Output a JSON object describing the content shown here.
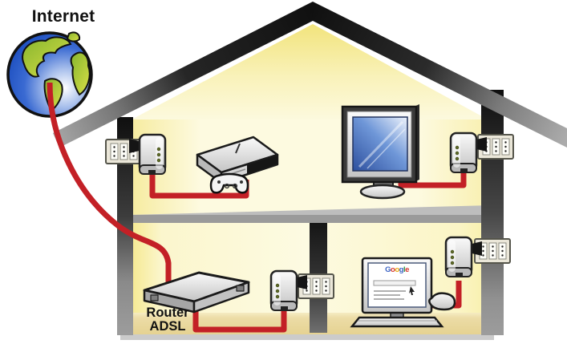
{
  "diagram": {
    "title": "Powerline home network diagram",
    "labels": {
      "internet": "Internet",
      "router_line1": "Router",
      "router_line2": "ADSL"
    },
    "screen_logo_letters": [
      "G",
      "o",
      "o",
      "g",
      "l",
      "e"
    ],
    "screen_logo_colors": [
      "#3b63c4",
      "#d5342c",
      "#e8a70f",
      "#3b63c4",
      "#2f9440",
      "#d5342c"
    ],
    "colors": {
      "cable": "#c32026",
      "roof-dark": "#131313",
      "roof-eave": "#a5a5a5",
      "wall-dark": "#141414",
      "wall-gray": "#9a9a9a",
      "interior": "#fdfae3",
      "interior-deep": "#f5e88c",
      "floor": "#e9d69c",
      "slab": "#9a9a9a",
      "foundation": "#cbcbcb",
      "globe-ocean": "#2a5ecb",
      "globe-land": "#8fbe33",
      "tv-screen": "#4a74bd",
      "led": "#5f6b2a"
    },
    "network": {
      "nodes": [
        "internet-globe",
        "adsl-router",
        "powerline-adapter-upper-left",
        "game-console",
        "tv",
        "powerline-adapter-upper-right",
        "powerline-adapter-lower-middle",
        "desktop-computer",
        "powerline-adapter-lower-right",
        "wall-outlet-upper-left",
        "wall-outlet-upper-right",
        "wall-outlet-lower-middle",
        "wall-outlet-lower-right"
      ],
      "links": [
        "internet-globe → adsl-router",
        "adsl-router → powerline-adapter-lower-middle",
        "powerline-adapter-upper-left → game-console",
        "tv → powerline-adapter-upper-right",
        "desktop-computer → powerline-adapter-lower-right"
      ]
    }
  }
}
